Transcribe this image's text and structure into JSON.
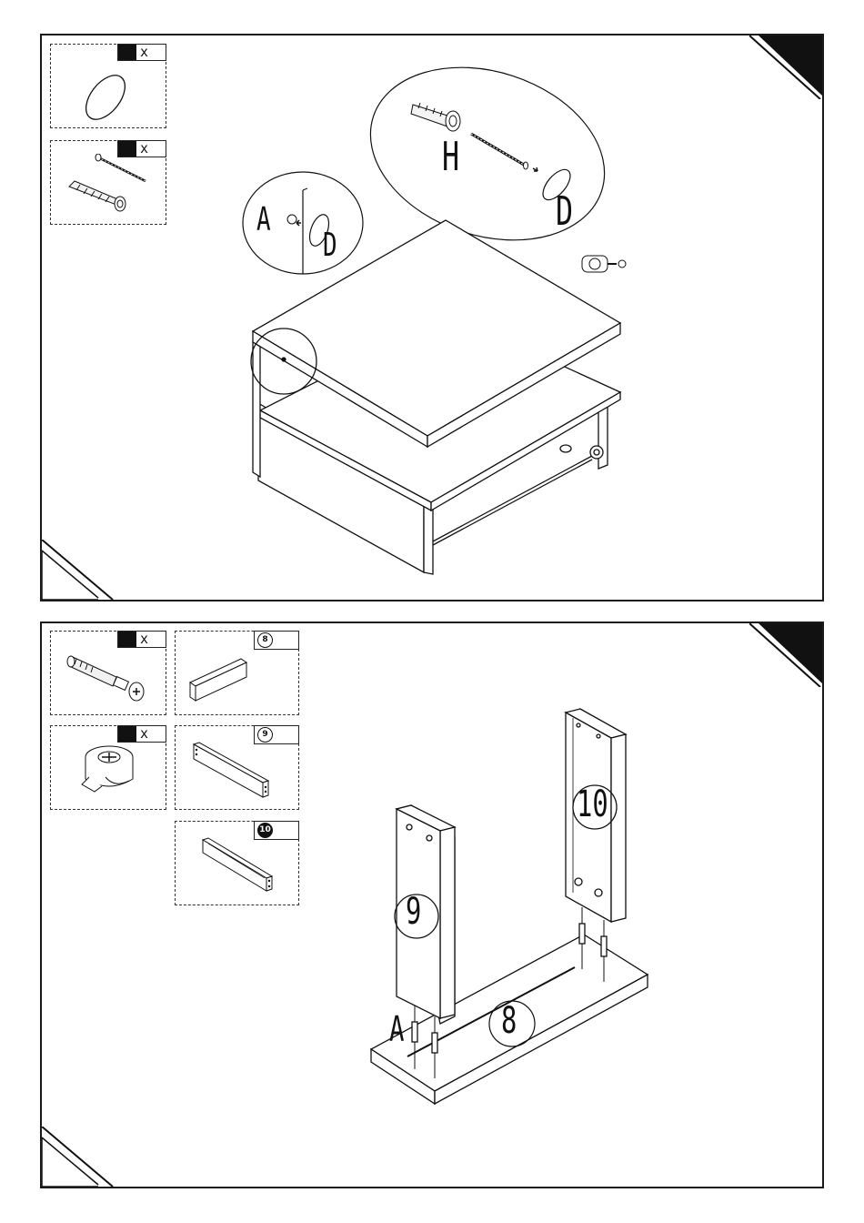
{
  "step1": {
    "parts": [
      {
        "qty_label": "x",
        "icon": "dowel-plug-icon"
      },
      {
        "qty_label": "x",
        "icon": "screw-and-wall-plug-icon"
      }
    ],
    "callout_left": {
      "part_letter": "A",
      "cap_letter": "D"
    },
    "callout_right": {
      "plug_letter": "H",
      "cap_letter": "D"
    }
  },
  "step2": {
    "parts": [
      {
        "qty_label": "x",
        "icon": "connector-bolt-icon"
      },
      {
        "qty_label": "x",
        "icon": "cam-lock-icon"
      }
    ],
    "panels": [
      {
        "number": "8",
        "icon": "base-panel-icon"
      },
      {
        "number": "9",
        "icon": "side-panel-9-icon"
      },
      {
        "number": "10",
        "icon": "side-panel-10-icon"
      }
    ],
    "assembly_labels": {
      "panel_8": "8",
      "panel_9": "9",
      "panel_10": "10",
      "bolt_letter": "A"
    }
  }
}
